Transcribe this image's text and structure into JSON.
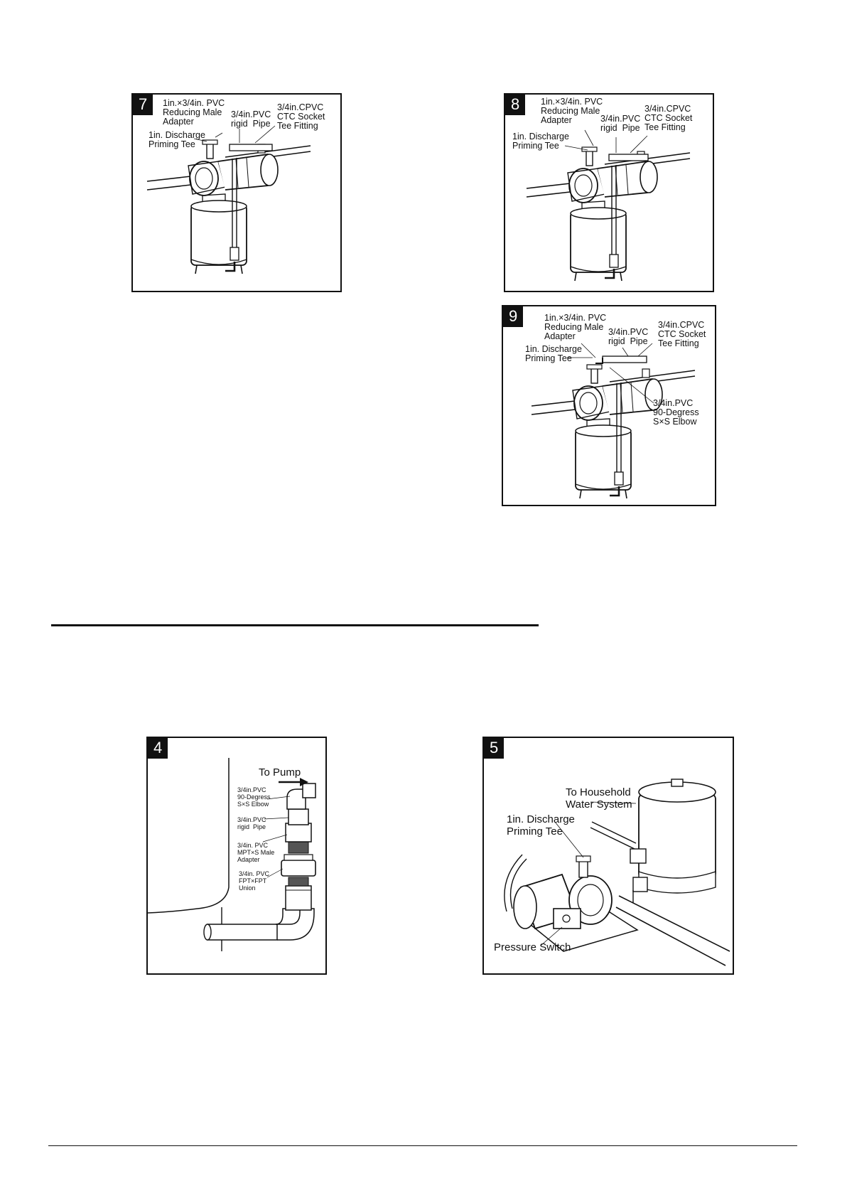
{
  "figures": {
    "fig7": {
      "number": "7",
      "labels": {
        "adapter": "1in.×3/4in. PVC\nReducing Male\nAdapter",
        "pipe": "3/4in.PVC\nrigid  Pipe",
        "tee_fitting": "3/4in.CPVC\nCTC Socket\nTee Fitting",
        "priming_tee": "1in. Discharge\nPriming Tee"
      }
    },
    "fig8": {
      "number": "8",
      "labels": {
        "adapter": "1in.×3/4in. PVC\nReducing Male\nAdapter",
        "pipe": "3/4in.PVC\nrigid  Pipe",
        "tee_fitting": "3/4in.CPVC\nCTC Socket\nTee Fitting",
        "priming_tee": "1in. Discharge\nPriming Tee"
      }
    },
    "fig9": {
      "number": "9",
      "labels": {
        "adapter": "1in.×3/4in. PVC\nReducing Male\nAdapter",
        "pipe": "3/4in.PVC\nrigid  Pipe",
        "tee_fitting": "3/4in.CPVC\nCTC Socket\nTee Fitting",
        "priming_tee": "1in. Discharge\nPriming Tee",
        "elbow": "3/4in.PVC\n90-Degress\nS×S Elbow"
      }
    },
    "fig4": {
      "number": "4",
      "labels": {
        "to_pump": "To Pump",
        "elbow": "3/4in.PVC\n90-Degress\nS×S Elbow",
        "pipe": "3/4in.PVC\nrigid  Pipe",
        "male_adapter": "3/4in. PVC\nMPT×S Male\nAdapter",
        "union": "3/4in. PVC\nFPT×FPT\nUnion"
      }
    },
    "fig5": {
      "number": "5",
      "labels": {
        "household": "To Household\nWater System",
        "priming_tee": "1in. Discharge\nPriming Tee",
        "pressure_switch": "Pressure Switch"
      }
    }
  }
}
